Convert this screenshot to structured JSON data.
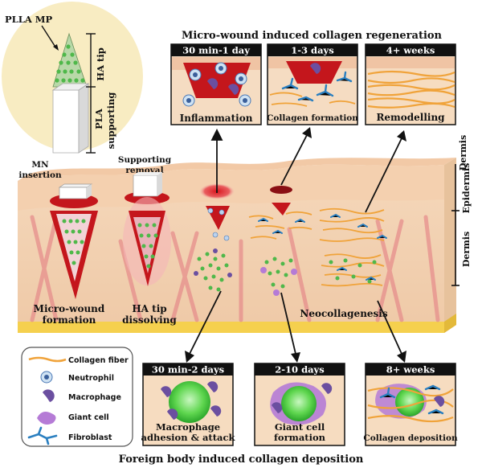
{
  "microneedle": {
    "title": "PLLA MP",
    "ha_tip": "HA tip",
    "pla_line1": "PLA",
    "pla_line2": "supporting"
  },
  "top_title": "Micro-wound induced collagen regeneration",
  "bottom_title": "Foreign body induced collagen deposition",
  "top_panels": [
    {
      "time": "30 min-1 day",
      "caption": "Inflammation"
    },
    {
      "time": "1-3 days",
      "caption": "Collagen formation"
    },
    {
      "time": "4+ weeks",
      "caption": "Remodelling"
    }
  ],
  "bottom_panels": [
    {
      "time": "30 min-2 days",
      "caption_line1": "Macrophage",
      "caption_line2": "adhesion & attack"
    },
    {
      "time": "2-10 days",
      "caption_line1": "Giant cell",
      "caption_line2": "formation"
    },
    {
      "time": "8+ weeks",
      "caption_line1": "Collagen deposition",
      "caption_line2": ""
    }
  ],
  "skin": {
    "mn_insertion_line1": "MN",
    "mn_insertion_line2": "insertion",
    "supporting_removal_line1": "Supporting",
    "supporting_removal_line2": "removal",
    "micro_wound_line1": "Micro-wound",
    "micro_wound_line2": "formation",
    "ha_dissolving_line1": "HA tip",
    "ha_dissolving_line2": "dissolving",
    "neocollagenesis": "Neocollagenesis",
    "epidermis": "Epidermis",
    "dermis_side": "Dermis",
    "dermis_top": "Dermis"
  },
  "legend": [
    {
      "label": "Collagen fiber",
      "icon": "collagen-fiber-icon"
    },
    {
      "label": "Neutrophil",
      "icon": "neutrophil-icon"
    },
    {
      "label": "Macrophage",
      "icon": "macrophage-icon"
    },
    {
      "label": "Giant cell",
      "icon": "giant-cell-icon"
    },
    {
      "label": "Fibroblast",
      "icon": "fibroblast-icon"
    }
  ],
  "colors": {
    "skin": "#f6dcc0",
    "skin_dark": "#e9b98f",
    "wound_red": "#c4161c",
    "collagen": "#f0a33a",
    "microsphere": "#5ac85a",
    "macrophage": "#6b4fa0",
    "giant_cell": "#b57bd6",
    "fibroblast": "#2a7fc0",
    "fat_layer": "#f5d04e",
    "needle_bg": "#f8ecc2"
  }
}
